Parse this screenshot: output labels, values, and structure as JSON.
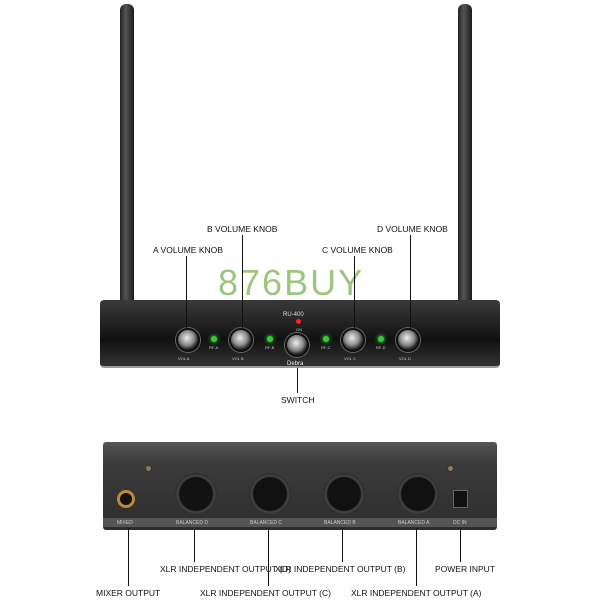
{
  "front": {
    "model": "RU-400",
    "power_led_label": "ON",
    "brand": "Debra",
    "watermark": "876BUY",
    "knobs": [
      "VOL A",
      "VOL B",
      "VOL C",
      "VOL D"
    ],
    "leds": [
      "RF-A",
      "RF-B",
      "RF-C",
      "RF-D"
    ]
  },
  "back": {
    "ports": [
      "MIXED",
      "BALANCED D",
      "BALANCED C",
      "BALANCED B",
      "BALANCED A",
      "DC IN"
    ]
  },
  "labels": {
    "a_knob": "A VOLUME KNOB",
    "b_knob": "B VOLUME KNOB",
    "c_knob": "C VOLUME KNOB",
    "d_knob": "D VOLUME KNOB",
    "switch": "SWITCH",
    "xlr_d": "XLR INDEPENDENT OUTPUT (D)",
    "xlr_c": "XLR INDEPENDENT OUTPUT (C)",
    "xlr_b": "XLR INDEPENDENT OUTPUT (B)",
    "xlr_a": "XLR INDEPENDENT OUTPUT (A)",
    "mixer": "MIXER OUTPUT",
    "power": "POWER INPUT"
  }
}
